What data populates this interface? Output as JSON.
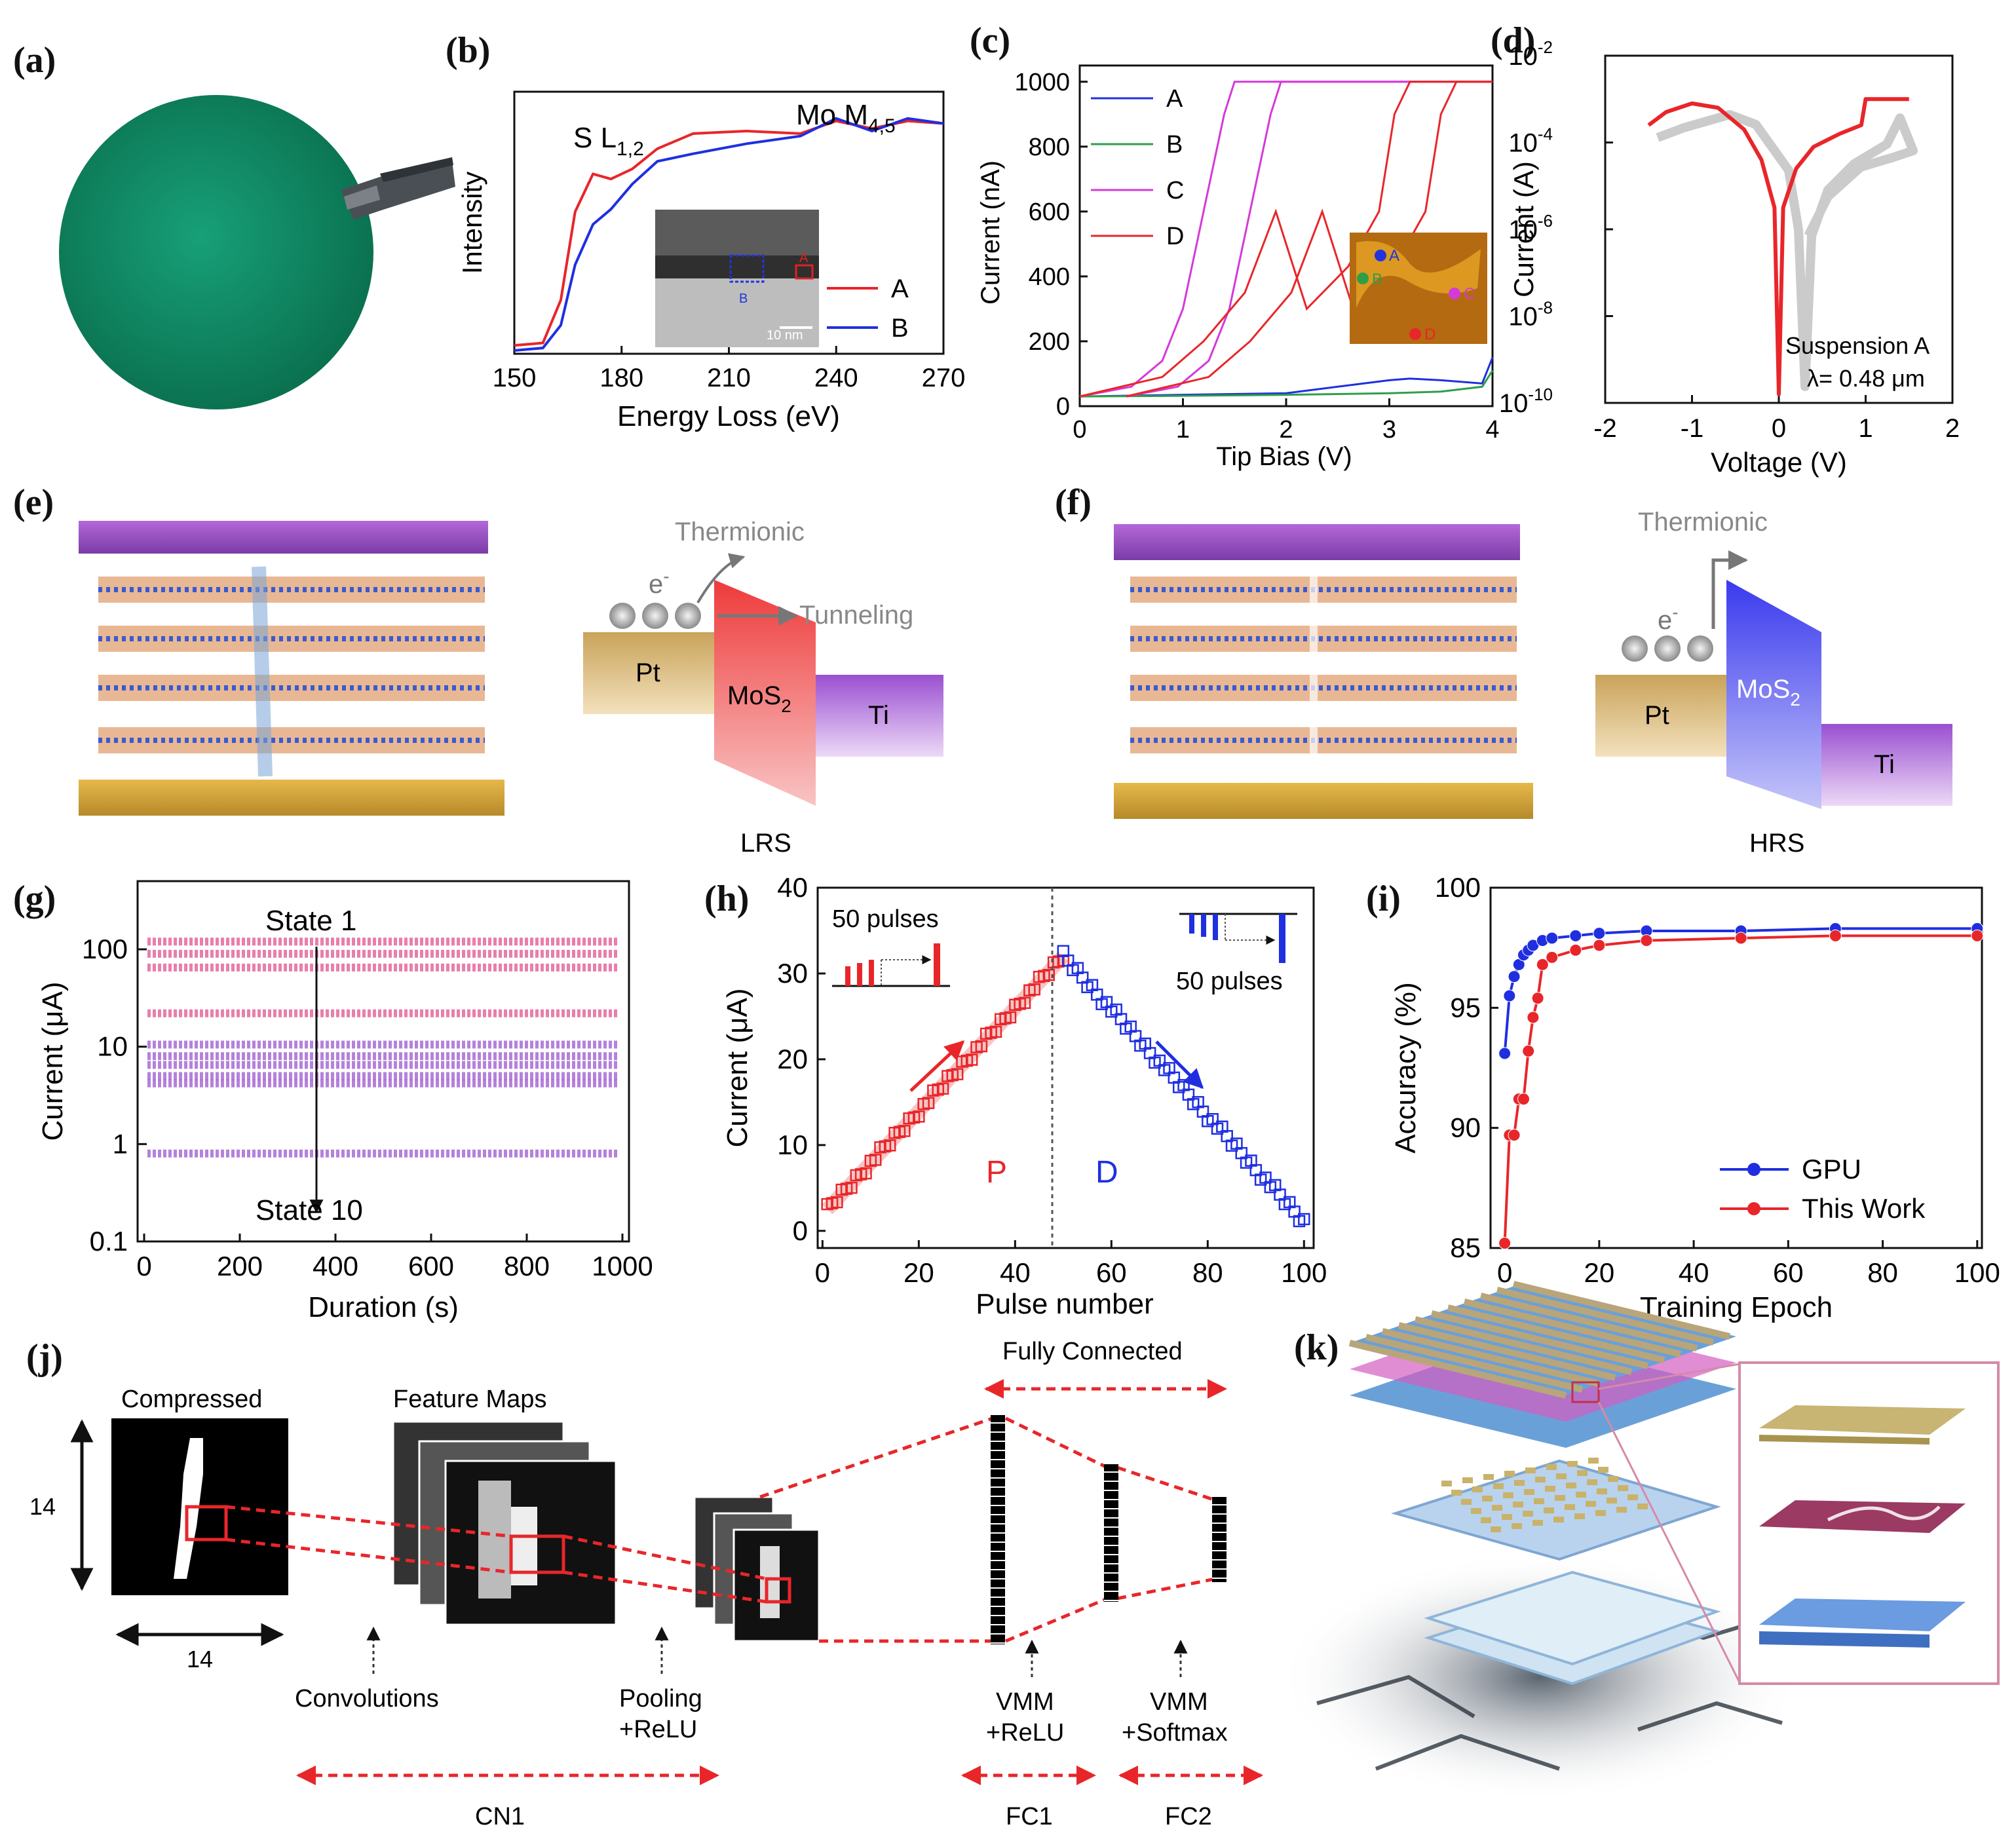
{
  "panels": {
    "a": {
      "label": "(a)"
    },
    "b": {
      "label": "(b)",
      "peak1_main": "S L",
      "peak1_sub": "1,2",
      "peak2_main": "Mo M",
      "peak2_sub": "4,5",
      "scale_bar": "10 nm",
      "inset_marks": [
        "A",
        "B"
      ]
    },
    "c": {
      "label": "(c)",
      "inset_marks": [
        "A",
        "B",
        "C",
        "D"
      ]
    },
    "d": {
      "label": "(d)",
      "note1": "Suspension A",
      "note2": "λ= 0.48 μm"
    },
    "e": {
      "label": "(e)",
      "thermionic": "Thermionic",
      "tunneling": "Tunneling",
      "electron": "e",
      "electron_sup": "-",
      "pt": "Pt",
      "mos2_main": "MoS",
      "mos2_sub": "2",
      "ti": "Ti",
      "state": "LRS"
    },
    "f": {
      "label": "(f)",
      "thermionic": "Thermionic",
      "electron": "e",
      "electron_sup": "-",
      "pt": "Pt",
      "mos2_main": "MoS",
      "mos2_sub": "2",
      "ti": "Ti",
      "state": "HRS"
    },
    "g": {
      "label": "(g)",
      "state_top": "State 1",
      "state_bottom": "State 10"
    },
    "h": {
      "label": "(h)",
      "pulses_left": "50 pulses",
      "pulses_right": "50 pulses",
      "P": "P",
      "D": "D"
    },
    "i": {
      "label": "(i)"
    },
    "j": {
      "label": "(j)",
      "compressed": "Compressed",
      "feature_maps": "Feature Maps",
      "dim": "14",
      "convolutions": "Convolutions",
      "pooling1": "Pooling",
      "pooling2": "+ReLU",
      "fully_connected": "Fully Connected",
      "vmm1a": "VMM",
      "vmm1b": "+ReLU",
      "vmm2a": "VMM",
      "vmm2b": "+Softmax",
      "cn1": "CN1",
      "fc1": "FC1",
      "fc2": "FC2"
    },
    "k": {
      "label": "(k)"
    }
  },
  "colors": {
    "red": "#e8262a",
    "blue": "#1f2fe0",
    "green": "#2e9e4a",
    "magenta": "#d43ad8",
    "pink": "#e05590",
    "purple": "#9b59d0",
    "gray": "#b0b0b0",
    "wafer": "#0f8a62"
  },
  "chart_data": [
    {
      "id": "b",
      "type": "line",
      "xlabel": "Energy Loss (eV)",
      "ylabel": "Intensity",
      "xlim": [
        150,
        270
      ],
      "xticks": [
        150,
        180,
        210,
        240,
        270
      ],
      "series": [
        {
          "name": "A",
          "x": [
            150,
            158,
            163,
            167,
            172,
            177,
            183,
            190,
            200,
            215,
            230,
            240,
            250,
            260,
            270
          ],
          "y": [
            0.02,
            0.03,
            0.2,
            0.55,
            0.7,
            0.68,
            0.72,
            0.8,
            0.86,
            0.87,
            0.86,
            0.91,
            0.88,
            0.91,
            0.9
          ]
        },
        {
          "name": "B",
          "x": [
            150,
            158,
            163,
            167,
            172,
            177,
            183,
            190,
            200,
            215,
            230,
            240,
            250,
            260,
            270
          ],
          "y": [
            0.0,
            0.01,
            0.1,
            0.34,
            0.5,
            0.56,
            0.66,
            0.75,
            0.78,
            0.82,
            0.85,
            0.92,
            0.87,
            0.92,
            0.9
          ]
        }
      ]
    },
    {
      "id": "c",
      "type": "line",
      "xlabel": "Tip Bias (V)",
      "ylabel": "Current (nA)",
      "xlim": [
        0,
        4
      ],
      "ylim": [
        0,
        1050
      ],
      "xticks": [
        0,
        1,
        2,
        3,
        4
      ],
      "yticks": [
        0,
        200,
        400,
        600,
        800,
        1000
      ],
      "series": [
        {
          "name": "A",
          "x": [
            0,
            1,
            2,
            2.5,
            3,
            3.2,
            3.5,
            3.9,
            4
          ],
          "y": [
            30,
            35,
            40,
            60,
            80,
            85,
            80,
            70,
            150
          ]
        },
        {
          "name": "B",
          "x": [
            0,
            1,
            2,
            3,
            3.5,
            3.9,
            4
          ],
          "y": [
            30,
            32,
            35,
            40,
            45,
            60,
            110
          ]
        },
        {
          "name": "C",
          "x": [
            0,
            0.5,
            0.8,
            1.0,
            1.2,
            1.4,
            1.5,
            4
          ],
          "y": [
            30,
            60,
            140,
            300,
            600,
            900,
            1000,
            1000
          ]
        },
        {
          "name": "D",
          "x": [
            0,
            0.8,
            1.2,
            1.6,
            1.9,
            2.2,
            2.6,
            2.9,
            3.05,
            3.2,
            4
          ],
          "y": [
            30,
            90,
            200,
            350,
            600,
            300,
            430,
            600,
            900,
            1000,
            1000
          ]
        }
      ]
    },
    {
      "id": "d",
      "type": "line",
      "xlabel": "Voltage (V)",
      "ylabel": "Current (A)",
      "xlim": [
        -2,
        2
      ],
      "ylim_log10": [
        -10,
        -2
      ],
      "log_scale_y": true,
      "xticks": [
        -2,
        -1,
        0,
        1,
        2
      ],
      "yticks_exp": [
        -10,
        -8,
        -6,
        -4,
        -2
      ],
      "series": [
        {
          "name": "red",
          "x": [
            -1.5,
            -1.3,
            -1.0,
            -0.7,
            -0.4,
            -0.2,
            -0.05,
            0,
            0.05,
            0.2,
            0.4,
            0.7,
            0.95,
            1.0,
            1.5
          ],
          "log10y": [
            -3.6,
            -3.3,
            -3.1,
            -3.2,
            -3.7,
            -4.4,
            -5.5,
            -9.8,
            -5.5,
            -4.6,
            -4.1,
            -3.8,
            -3.6,
            -3.0,
            -3.0
          ]
        }
      ]
    },
    {
      "id": "g",
      "type": "scatter",
      "xlabel": "Duration (s)",
      "ylabel": "Current (μA)",
      "xlim": [
        0,
        1000
      ],
      "ylim_log10": [
        -1,
        2.7
      ],
      "log_scale_y": true,
      "xticks": [
        0,
        200,
        400,
        600,
        800,
        1000
      ],
      "yticks": [
        "0.1",
        "1",
        "10",
        "100"
      ],
      "levels": [
        120,
        90,
        65,
        22,
        10.5,
        8,
        6.5,
        5,
        4.2,
        0.8
      ]
    },
    {
      "id": "h",
      "type": "scatter",
      "xlabel": "Pulse number",
      "ylabel": "Current (μA)",
      "xlim": [
        -1,
        102
      ],
      "ylim": [
        -2,
        40
      ],
      "xticks": [
        0,
        20,
        40,
        60,
        80,
        100
      ],
      "yticks": [
        0,
        10,
        20,
        30,
        40
      ],
      "series": [
        {
          "name": "P",
          "x_start": 1,
          "x_end": 50,
          "y_start": 2.5,
          "y_end": 32
        },
        {
          "name": "D",
          "x_start": 50,
          "x_end": 100,
          "y_start": 32,
          "y_end": 1
        }
      ]
    },
    {
      "id": "i",
      "type": "line",
      "xlabel": "Training Epoch",
      "ylabel": "Accuracy (%)",
      "xlim": [
        -3,
        101
      ],
      "ylim": [
        85,
        100
      ],
      "xticks": [
        0,
        20,
        40,
        60,
        80,
        100
      ],
      "yticks": [
        85,
        90,
        95,
        100
      ],
      "series": [
        {
          "name": "GPU",
          "x": [
            0,
            1,
            2,
            3,
            4,
            5,
            6,
            8,
            10,
            15,
            20,
            30,
            50,
            70,
            100
          ],
          "y": [
            93.1,
            95.5,
            96.3,
            96.8,
            97.2,
            97.4,
            97.6,
            97.8,
            97.9,
            98.0,
            98.1,
            98.2,
            98.2,
            98.3,
            98.3
          ]
        },
        {
          "name": "This Work",
          "x": [
            0,
            1,
            2,
            3,
            4,
            5,
            6,
            7,
            8,
            10,
            15,
            20,
            30,
            50,
            70,
            100
          ],
          "y": [
            85.2,
            89.7,
            89.7,
            91.2,
            91.2,
            93.2,
            94.6,
            95.4,
            96.8,
            97.1,
            97.4,
            97.6,
            97.8,
            97.9,
            98.0,
            98.0
          ]
        }
      ]
    }
  ]
}
